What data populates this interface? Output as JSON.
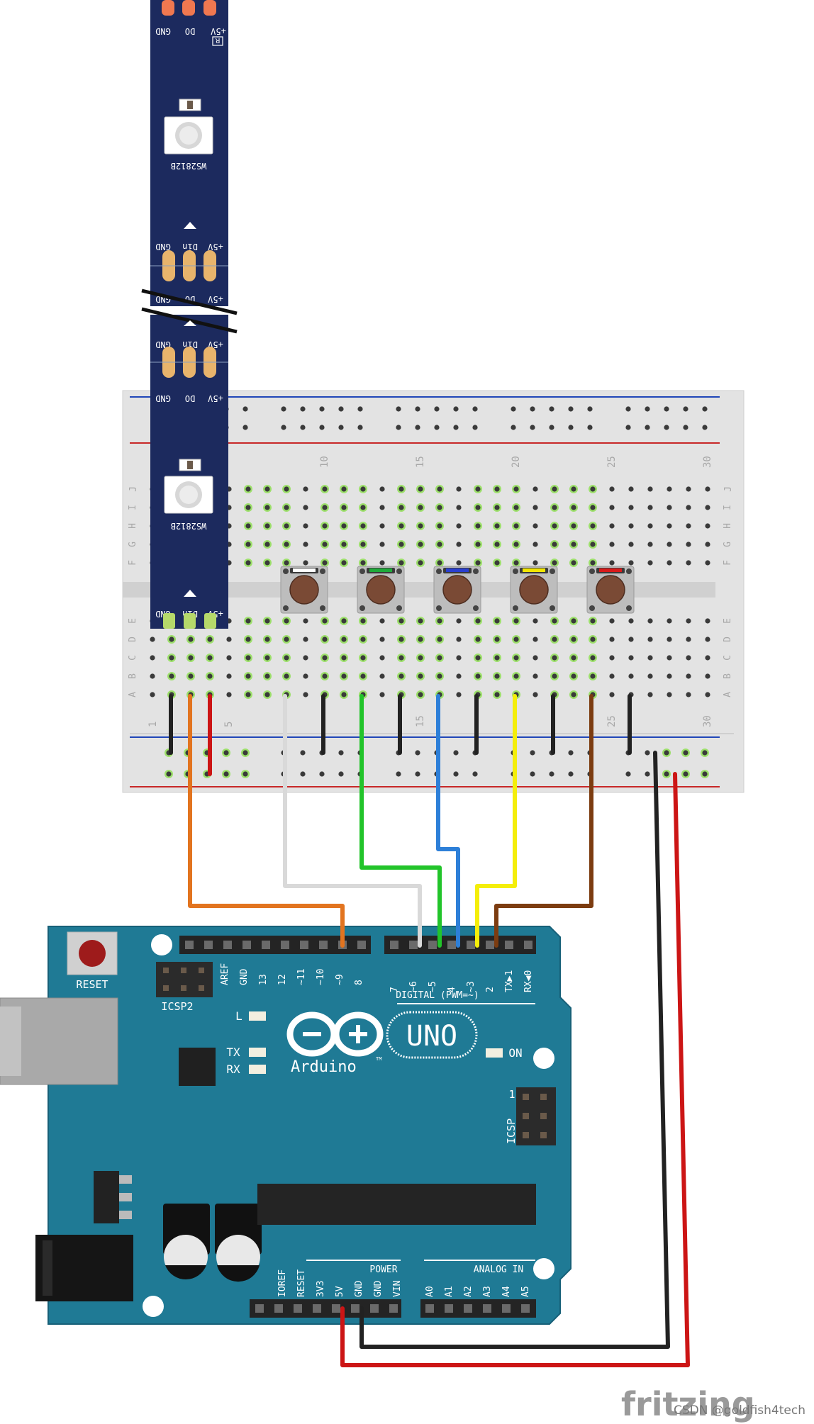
{
  "strip": {
    "top_pads": [
      "+5V",
      "DO",
      "GND"
    ],
    "chip_label": "WS2812B",
    "in_pads": [
      "+5V",
      "Din",
      "GND"
    ],
    "out_pads": [
      "+5V",
      "DO",
      "GND"
    ],
    "logo": "R"
  },
  "breadboard": {
    "col_numbers": [
      "1",
      "5",
      "10",
      "15",
      "20",
      "25",
      "30"
    ],
    "rows_top": [
      "J",
      "I",
      "H",
      "G",
      "F"
    ],
    "rows_bottom": [
      "E",
      "D",
      "C",
      "B",
      "A"
    ]
  },
  "buttons": [
    {
      "color": "#ffffff"
    },
    {
      "color": "#1faa3a"
    },
    {
      "color": "#2a3fd0"
    },
    {
      "color": "#f2e600"
    },
    {
      "color": "#d81b1b"
    }
  ],
  "arduino": {
    "reset_label": "RESET",
    "icsp2_label": "ICSP2",
    "icsp_label": "ICSP",
    "icsp_pin1": "1",
    "brand": "Arduino",
    "tm": "TM",
    "model": "UNO",
    "led_l": "L",
    "led_tx": "TX",
    "led_rx": "RX",
    "led_on": "ON",
    "digital_label": "DIGITAL (PWM=~)",
    "digital_pins_left": [
      "AREF",
      "GND",
      "13",
      "12",
      "~11",
      "~10",
      "~9",
      "8"
    ],
    "digital_pins_right": [
      "7",
      "~6",
      "~5",
      "4",
      "~3",
      "2",
      "TX▶1",
      "RX◀0"
    ],
    "power_label": "POWER",
    "power_pins": [
      "IOREF",
      "RESET",
      "3V3",
      "5V",
      "GND",
      "GND",
      "VIN"
    ],
    "analog_label": "ANALOG IN",
    "analog_pins": [
      "A0",
      "A1",
      "A2",
      "A3",
      "A4",
      "A5"
    ]
  },
  "footer": {
    "fritzing": "fritzing",
    "watermark": "CSDN @goldfish4tech"
  },
  "colors": {
    "board": "#1f7a95",
    "strip": "#1c2a5e",
    "pad": "#e8b46c",
    "wire_orange": "#e2741f",
    "wire_red": "#cc1515",
    "wire_black": "#222222",
    "wire_white": "#d9d9d9",
    "wire_green": "#22c42a",
    "wire_blue": "#2d7fd8",
    "wire_yellow": "#f4ee0a",
    "wire_brown": "#7c3c10"
  }
}
